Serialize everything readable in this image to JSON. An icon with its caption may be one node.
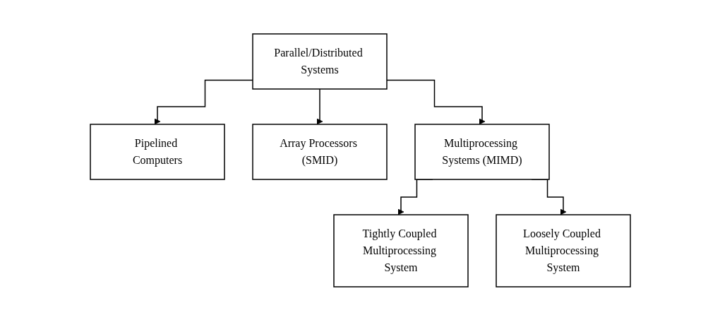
{
  "diagram": {
    "nodes": [
      {
        "text": [
          "Parallel/Distributed Systems"
        ]
      },
      {
        "text": [
          "Pipelined Computers"
        ]
      },
      {
        "text": [
          "Array Processors (SMID)"
        ]
      },
      {
        "text": [
          "Multiprocessing Systems (MIMD)"
        ]
      },
      {
        "text": [
          "Tightly Coupled Multiprocessing System"
        ]
      },
      {
        "text": [
          "Loosely Coupled Multiprocessing System"
        ]
      }
    ],
    "edges": [
      {
        "from": 0,
        "to": 1,
        "arrow": "to"
      },
      {
        "from": 0,
        "to": 2,
        "arrow": "to"
      },
      {
        "from": 0,
        "to": 3,
        "arrow": "to"
      },
      {
        "from": 3,
        "to": 4,
        "arrow": "to"
      },
      {
        "from": 3,
        "to": 5,
        "arrow": "to"
      }
    ]
  }
}
